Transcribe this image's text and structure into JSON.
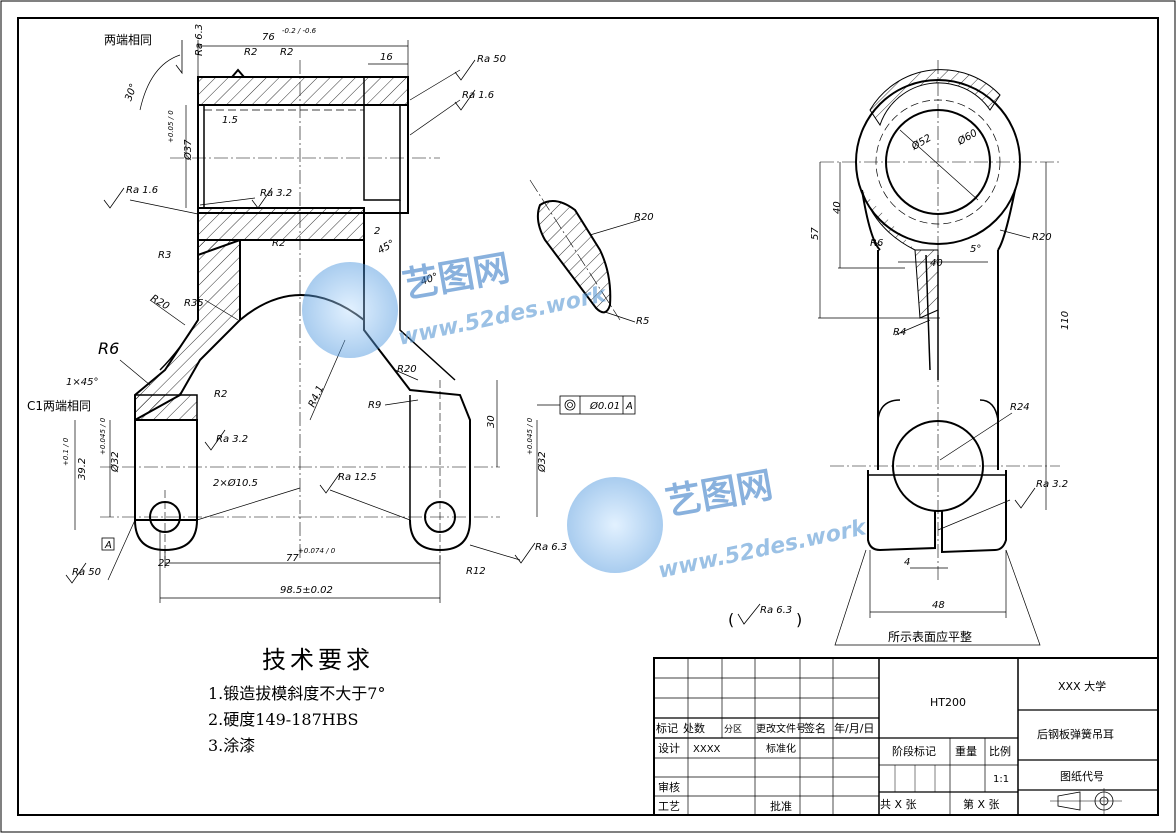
{
  "drawing": {
    "notes_left": {
      "both_ends_same": "两端相同",
      "c1_both_ends": "C1两端相同"
    },
    "dims_front": {
      "top_len": "76",
      "top_tol": "-0.2 / -0.6",
      "r2a": "R2",
      "r2b": "R2",
      "d16": "16",
      "ra50a": "Ra 50",
      "ra16a": "Ra 1.6",
      "ra63top": "Ra 6.3",
      "angle30": "30°",
      "d15": "1.5",
      "bore": "Ø37",
      "bore_tol": "+0.05 / 0",
      "ra16b": "Ra 1.6",
      "ra32a": "Ra 3.2",
      "r3": "R3",
      "r2c": "R2",
      "d2": "2",
      "a45": "45°",
      "r20a": "R20",
      "r35": "R35",
      "r6": "R6",
      "a40": "40°",
      "r41": "R4.1",
      "r20b": "R20",
      "r2d": "R2",
      "r9": "R9",
      "c1x45": "1×45°",
      "ra32b": "Ra 3.2",
      "d30": "30",
      "tol_box": "Ø0.01",
      "datum_a": "A",
      "h392": "39.2",
      "h392_tol": "+0.1 / 0",
      "bore32": "Ø32",
      "bore32_tol": "+0.045 / 0",
      "bore32r": "Ø32",
      "bore32r_tol": "+0.045 / 0",
      "holes": "2×Ø10.5",
      "ra125": "Ra 12.5",
      "d22": "22",
      "d77": "77",
      "d77_tol": "+0.074 / 0",
      "d985": "98.5±0.02",
      "r12": "R12",
      "ra63b": "Ra 6.3",
      "ra50b": "Ra 50",
      "datum_a2": "A"
    },
    "section": {
      "r20": "R20",
      "r5": "R5"
    },
    "side_view": {
      "d52": "Ø52",
      "d60": "Ø60",
      "d57": "57",
      "d40v": "40",
      "r6": "R6",
      "d40h": "40",
      "a5": "5°",
      "r20": "R20",
      "r4": "R4",
      "d110": "110",
      "r24": "R24",
      "ra32": "Ra 3.2",
      "d4": "4",
      "d48": "48",
      "flat_note": "所示表面应平整"
    },
    "general_rough": "Ra 6.3",
    "general_rough_open": "(",
    "general_rough_close": ")"
  },
  "tech": {
    "title": "技术要求",
    "items": [
      "1.锻造拔模斜度不大于7°",
      "2.硬度149-187HBS",
      "3.涂漆"
    ]
  },
  "title_block": {
    "material": "HT200",
    "school": "XXX 大学",
    "part_name": "后钢板弹簧吊耳",
    "drawing_no": "图纸代号",
    "stage": "阶段标记",
    "weight": "重量",
    "scale_label": "比例",
    "scale": "1:1",
    "total_sheets": "共 X 张",
    "sheet_no": "第 X 张",
    "row_mark": "标记",
    "row_count": "处数",
    "row_zone": "分区",
    "row_change": "更改文件号",
    "row_sign": "签名",
    "row_date": "年/月/日",
    "design": "设计",
    "designer": "XXXX",
    "standard": "标准化",
    "review": "审核",
    "process": "工艺",
    "approve": "批准"
  },
  "watermark": {
    "cn": "艺图网",
    "url": "www.52des.work"
  }
}
